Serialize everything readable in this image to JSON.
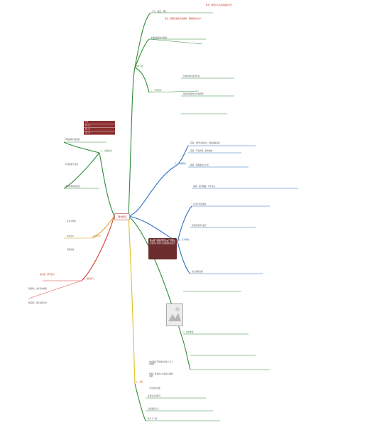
{
  "central": {
    "label": "课文知识"
  },
  "sticker_lines": [
    "目录",
    "第一章",
    "第二章",
    "第三章"
  ],
  "dark_box_main": "第二课 主要内容概述：从诗歌创作背景、作者生平与思想、艺术特色和历史地位等方面梳理知识要点",
  "branches": {
    "top_green": [
      "一、作者介绍",
      "字号、籍贯、朝代",
      "主要作品及文学成就",
      "二、写作背景",
      "创作时期与社会环境",
      "作者思想变化与仕途经历"
    ],
    "top_red": [
      "重点：把握诗歌的思想感情，理解意象的含义",
      "难点：体会诗人表达情感的方式"
    ],
    "middle_blue": [
      "三、文本解读",
      "首联：交代时间地点，奠定感情基调",
      "颔联：写景抒情，情景交融",
      "颈联：借典故表达心志",
      "尾联：直抒胸臆，升华主旨",
      "四、艺术特色",
      "对比手法的运用",
      "意象的选择与组合",
      "语言凝练含蓄"
    ],
    "left_branch": [
      "五、拓展阅读",
      "同类题材诗歌比较",
      "名句积累与赏析",
      "课外延伸阅读篇目"
    ],
    "left_orange": [
      "易错字词",
      "多音字辨析",
      "古今异义",
      "词类活用"
    ],
    "left_red": [
      "六、课堂练习",
      "填空题：默写名句",
      "简答题：分析诗句情感",
      "鉴赏题：赏析表现手法"
    ],
    "bottom_yellow": [
      "七、总结",
      "本诗通过写景叙事抒发了诗人的情怀",
      "体现了作者的人生态度与精神追求",
      "学习要点回顾"
    ],
    "bottom_green": [
      "八、作业布置",
      "背诵全诗并默写",
      "完成课后练习",
      "预习下一课"
    ]
  },
  "colors": {
    "green": "#2e8b3a",
    "red": "#d03a2a",
    "blue": "#2f6fc0",
    "orange": "#e0a020",
    "brown": "#6b2d2d"
  }
}
